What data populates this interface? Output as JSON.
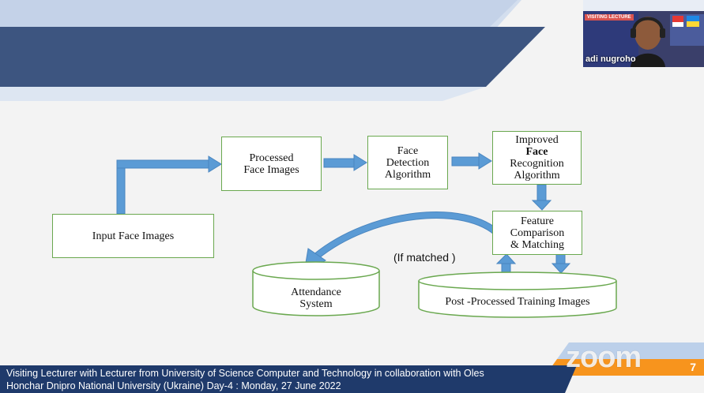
{
  "diagram": {
    "input": "Input Face Images",
    "processed": "Processed\nFace Images",
    "detection": "Face\nDetection\nAlgorithm",
    "recognition_line1": "Improved",
    "recognition_bold": "Face",
    "recognition_rest": "Recognition\nAlgorithm",
    "comparison": "Feature\nComparison\n& Matching",
    "attendance": "Attendance\nSystem",
    "training": "Post -Processed  Training Images",
    "if_matched": "(If matched )"
  },
  "video": {
    "participant_name": "adi nugroho",
    "badge": "VISITING LECTURE"
  },
  "caption": {
    "line1": "Visiting Lecturer with Lecturer from University of Science Computer and Technology  in collaboration with Oles",
    "line2": "Honchar Dnipro National University (Ukraine) Day-4 : Monday, 27  June 2022"
  },
  "slide_number": "7",
  "zoom_watermark": "zoom",
  "colors": {
    "banner_dark": "#3d5580",
    "banner_light": "#c9d6ea",
    "arrow": "#5b9bd5",
    "box_border": "#6aa84f",
    "caption_bg": "#1f3a6b",
    "accent_orange": "#f7941d"
  }
}
